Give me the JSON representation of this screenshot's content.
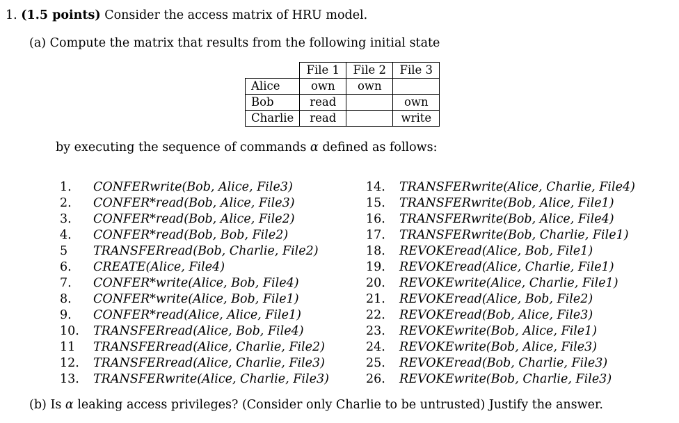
{
  "problem": {
    "number": "1.",
    "points": "(1.5 points)",
    "text": "Consider the access matrix of HRU model."
  },
  "part_a": {
    "label": "(a)",
    "text": "Compute the matrix that results from the following initial state"
  },
  "matrix": {
    "columns": [
      "File 1",
      "File 2",
      "File 3"
    ],
    "rows": [
      {
        "subject": "Alice",
        "cells": [
          "own",
          "own",
          ""
        ]
      },
      {
        "subject": "Bob",
        "cells": [
          "read",
          "",
          "own"
        ]
      },
      {
        "subject": "Charlie",
        "cells": [
          "read",
          "",
          "write"
        ]
      }
    ]
  },
  "intro": {
    "before": "by executing the sequence of commands",
    "symbol": "α",
    "after": "defined as follows:"
  },
  "commands_left": [
    {
      "num": "1.",
      "text": "CONFERwrite(Bob, Alice, File3)"
    },
    {
      "num": "2.",
      "text": "CONFER*read(Bob, Alice, File3)"
    },
    {
      "num": "3.",
      "text": "CONFER*read(Bob, Alice, File2)"
    },
    {
      "num": "4.",
      "text": "CONFER*read(Bob, Bob, File2)"
    },
    {
      "num": "5",
      "text": "TRANSFERread(Bob, Charlie, File2)"
    },
    {
      "num": "6.",
      "text": "CREATE(Alice, File4)"
    },
    {
      "num": "7.",
      "text": "CONFER*write(Alice, Bob, File4)"
    },
    {
      "num": "8.",
      "text": "CONFER*write(Alice, Bob, File1)"
    },
    {
      "num": "9.",
      "text": "CONFER*read(Alice, Alice, File1)"
    },
    {
      "num": "10.",
      "text": "TRANSFERread(Alice, Bob, File4)"
    },
    {
      "num": "11",
      "text": "TRANSFERread(Alice, Charlie, File2)"
    },
    {
      "num": "12.",
      "text": "TRANSFERread(Alice, Charlie, File3)"
    },
    {
      "num": "13.",
      "text": "TRANSFERwrite(Alice, Charlie, File3)"
    }
  ],
  "commands_right": [
    {
      "num": "14.",
      "text": "TRANSFERwrite(Alice, Charlie, File4)"
    },
    {
      "num": "15.",
      "text": "TRANSFERwrite(Bob, Alice, File1)"
    },
    {
      "num": "16.",
      "text": "TRANSFERwrite(Bob, Alice, File4)"
    },
    {
      "num": "17.",
      "text": "TRANSFERwrite(Bob, Charlie, File1)"
    },
    {
      "num": "18.",
      "text": "REVOKEread(Alice, Bob, File1)"
    },
    {
      "num": "19.",
      "text": "REVOKEread(Alice, Charlie, File1)"
    },
    {
      "num": "20.",
      "text": "REVOKEwrite(Alice, Charlie, File1)"
    },
    {
      "num": "21.",
      "text": "REVOKEread(Alice, Bob, File2)"
    },
    {
      "num": "22.",
      "text": "REVOKEread(Bob, Alice, File3)"
    },
    {
      "num": "23.",
      "text": "REVOKEwrite(Bob, Alice, File1)"
    },
    {
      "num": "24.",
      "text": "REVOKEwrite(Bob, Alice, File3)"
    },
    {
      "num": "25.",
      "text": "REVOKEread(Bob, Charlie, File3)"
    },
    {
      "num": "26.",
      "text": "REVOKEwrite(Bob, Charlie, File3)"
    }
  ],
  "part_b": {
    "label": "(b)",
    "before": "Is",
    "symbol": "α",
    "after": "leaking access privileges? (Consider only Charlie to be untrusted) Justify the answer."
  }
}
